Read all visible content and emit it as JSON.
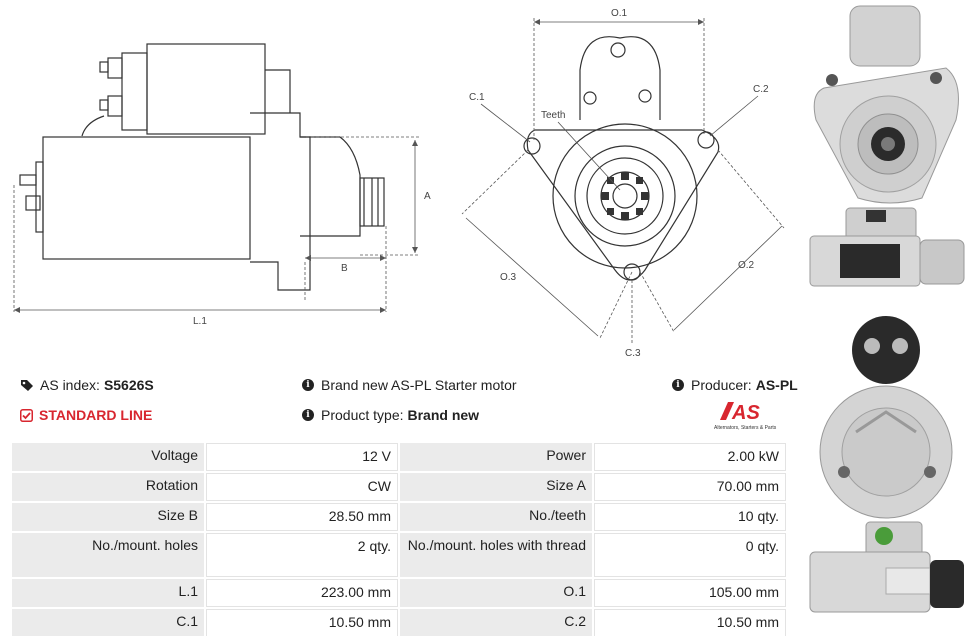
{
  "drawing": {
    "side_labels": {
      "a": "A",
      "b": "B",
      "l1": "L.1"
    },
    "front_labels": {
      "o1": "O.1",
      "c1": "C.1",
      "c2": "C.2",
      "teeth": "Teeth",
      "o3": "O.3",
      "o2": "O.2",
      "c3": "C.3"
    }
  },
  "info": {
    "as_index_label": "AS index:",
    "as_index_value": "S5626S",
    "standard_line": "STANDARD LINE",
    "description": "Brand new AS-PL Starter motor",
    "product_type_label": "Product type:",
    "product_type_value": "Brand new",
    "producer_label": "Producer:",
    "producer_value": "AS-PL",
    "logo_text": "AS",
    "logo_tagline": "Alternators, Starters & Parts"
  },
  "specs": [
    [
      {
        "label": "Voltage",
        "value": "12 V"
      },
      {
        "label": "Power",
        "value": "2.00 kW"
      }
    ],
    [
      {
        "label": "Rotation",
        "value": "CW"
      },
      {
        "label": "Size A",
        "value": "70.00 mm"
      }
    ],
    [
      {
        "label": "Size B",
        "value": "28.50 mm"
      },
      {
        "label": "No./teeth",
        "value": "10 qty."
      }
    ],
    [
      {
        "label": "No./mount. holes",
        "value": "2 qty."
      },
      {
        "label": "No./mount. holes with thread",
        "value": "0 qty."
      }
    ],
    [
      {
        "label": "L.1",
        "value": "223.00 mm"
      },
      {
        "label": "O.1",
        "value": "105.00 mm"
      }
    ],
    [
      {
        "label": "C.1",
        "value": "10.50 mm"
      },
      {
        "label": "C.2",
        "value": "10.50 mm"
      }
    ]
  ],
  "icons": {
    "tag": "tag-icon",
    "check": "check-square-icon",
    "info": "info-circle-icon"
  },
  "colors": {
    "accent_red": "#d8262f",
    "label_bg": "#ebebeb"
  }
}
